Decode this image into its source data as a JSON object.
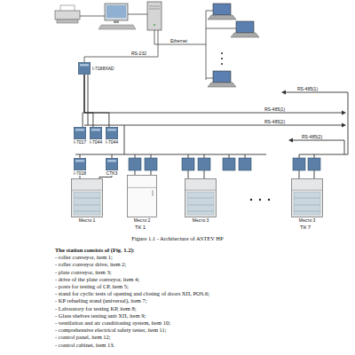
{
  "diagram": {
    "caption": "Figure 1.1 - Architecture of ASTEV HP",
    "nodes": [
      {
        "text": [
          "I-7188XAD"
        ]
      },
      {
        "text": [
          "I-7017"
        ]
      },
      {
        "text": [
          "I-7044"
        ]
      },
      {
        "text": [
          "I-7044"
        ]
      },
      {
        "text": [
          "I-7018"
        ]
      },
      {
        "text": [
          "CTK3"
        ]
      },
      {
        "text": [
          "Место 1"
        ]
      },
      {
        "text": [
          "Место 2"
        ]
      },
      {
        "text": [
          "Место 3"
        ]
      },
      {
        "text": [
          "Место 3"
        ]
      }
    ],
    "edges": [
      {
        "from": 0,
        "to": 1,
        "arrow": "none"
      },
      {
        "from": 0,
        "to": 2,
        "arrow": "none"
      },
      {
        "from": 0,
        "to": 3,
        "arrow": "none"
      },
      {
        "from": 4,
        "to": 6,
        "arrow": "none"
      },
      {
        "from": 5,
        "to": 6,
        "arrow": "none"
      }
    ],
    "labels": [
      "RS-232",
      "Ethernet",
      "RS-485(1)",
      "RS-485(2)",
      "RS-485(1)",
      "RS-485(2)",
      "ТК 1",
      "ТК 7",
      "The station consists of (Fig. 1.2):",
      "- roller conveyor, item 1;",
      "- roller conveyor drive, item 2;",
      "- plate conveyor, item 3;",
      "- drive of the plate conveyor, item 4;",
      "- posts for testing of CP, item 5;",
      "- stand for cyclic tests of opening and closing of doors ХП, POS.6;",
      "- KP refueling stand (universal), item 7;",
      "- Laboratory for testing KP, item 8;",
      "- Glass shelves testing unit ХП, item 9;",
      "- ventilation and air conditioning system, item 10;",
      "- comprehensive electrical safety tester, item 11;",
      "- control panel, item 12;",
      "- control cabinet, item 13."
    ]
  }
}
